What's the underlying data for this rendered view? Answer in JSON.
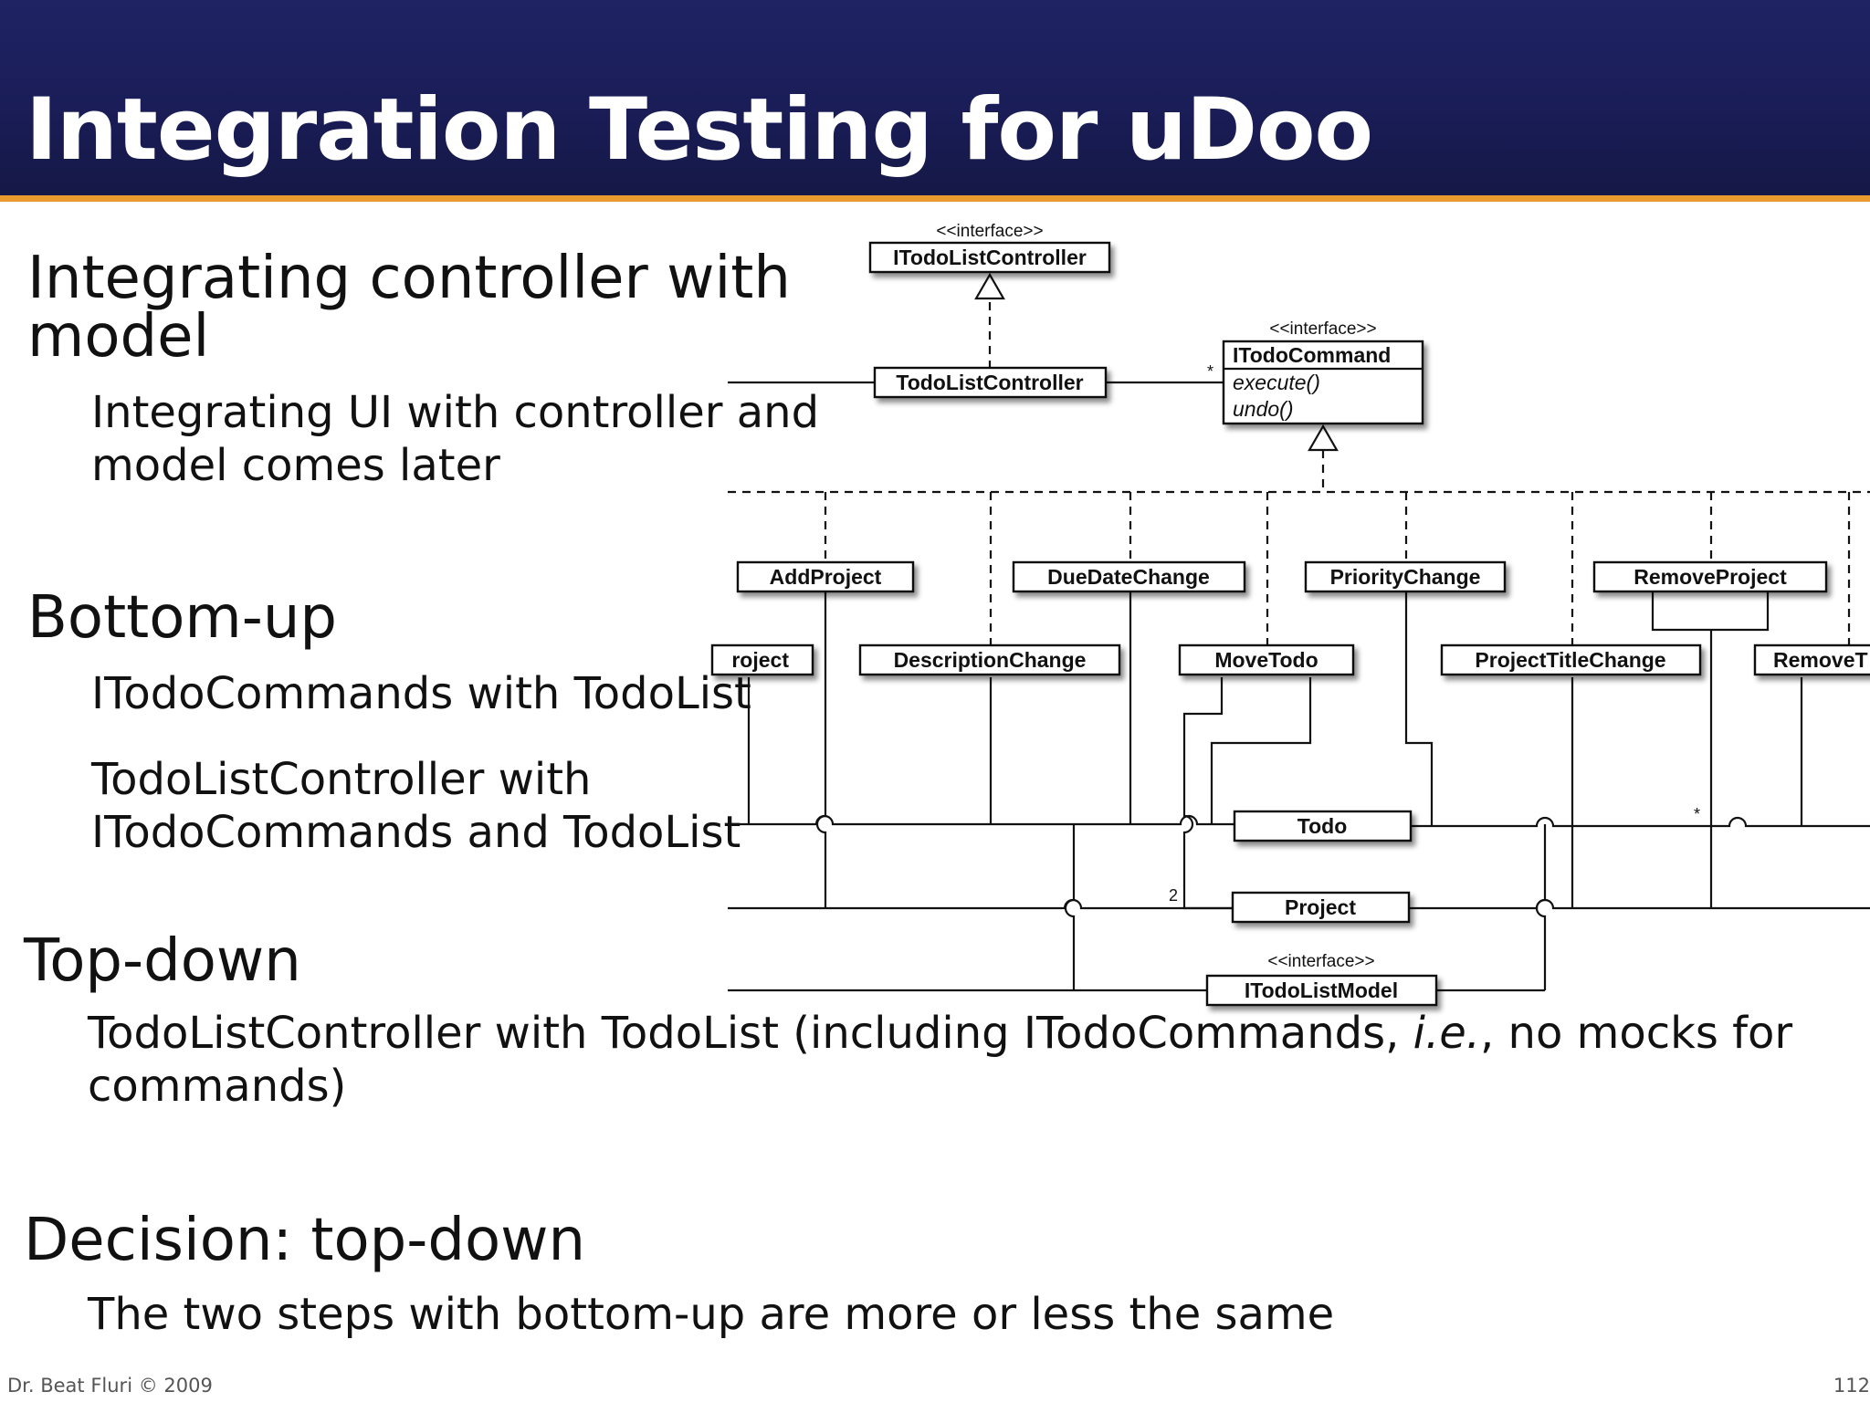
{
  "slide": {
    "title": "Integration Testing for uDoo",
    "footer_left": "Dr. Beat Fluri © 2009",
    "footer_right": "112"
  },
  "content": {
    "section1": {
      "heading_line1": "Integrating controller with",
      "heading_line2": "model",
      "sub_line1": "Integrating UI with controller and",
      "sub_line2": "model comes later"
    },
    "section2": {
      "heading": "Bottom-up",
      "item1": "ITodoCommands with TodoList",
      "item2_line1": "TodoListController with",
      "item2_line2": "ITodoCommands and TodoList"
    },
    "section3": {
      "heading": "Top-down",
      "line1_pre": "TodoListController with TodoList (including ITodoCommands, ",
      "line1_ie": "i.e.",
      "line1_post": ", no mocks for",
      "line2": "commands)"
    },
    "section4": {
      "heading": "Decision: top-down",
      "sub": "The two steps with bottom-up are more or less the same"
    }
  },
  "diagram": {
    "stereotype": "<<interface>>",
    "classes": {
      "itodolistcontroller": "ITodoListController",
      "todolistcontroller": "TodoListController",
      "itodocommand": "ITodoCommand",
      "addproject": "AddProject",
      "duedatechange": "DueDateChange",
      "prioritychange": "PriorityChange",
      "removeproject": "RemoveProject",
      "project_partial": "roject",
      "descriptionchange": "DescriptionChange",
      "movetodo": "MoveTodo",
      "projecttitlechange": "ProjectTitleChange",
      "remove_partial": "RemoveT",
      "todo": "Todo",
      "project": "Project",
      "itodolistmodel": "ITodoListModel"
    },
    "operations": {
      "execute": "execute()",
      "undo": "undo()"
    },
    "multiplicities": {
      "commands": "*",
      "todos": "*",
      "two": "2"
    }
  }
}
